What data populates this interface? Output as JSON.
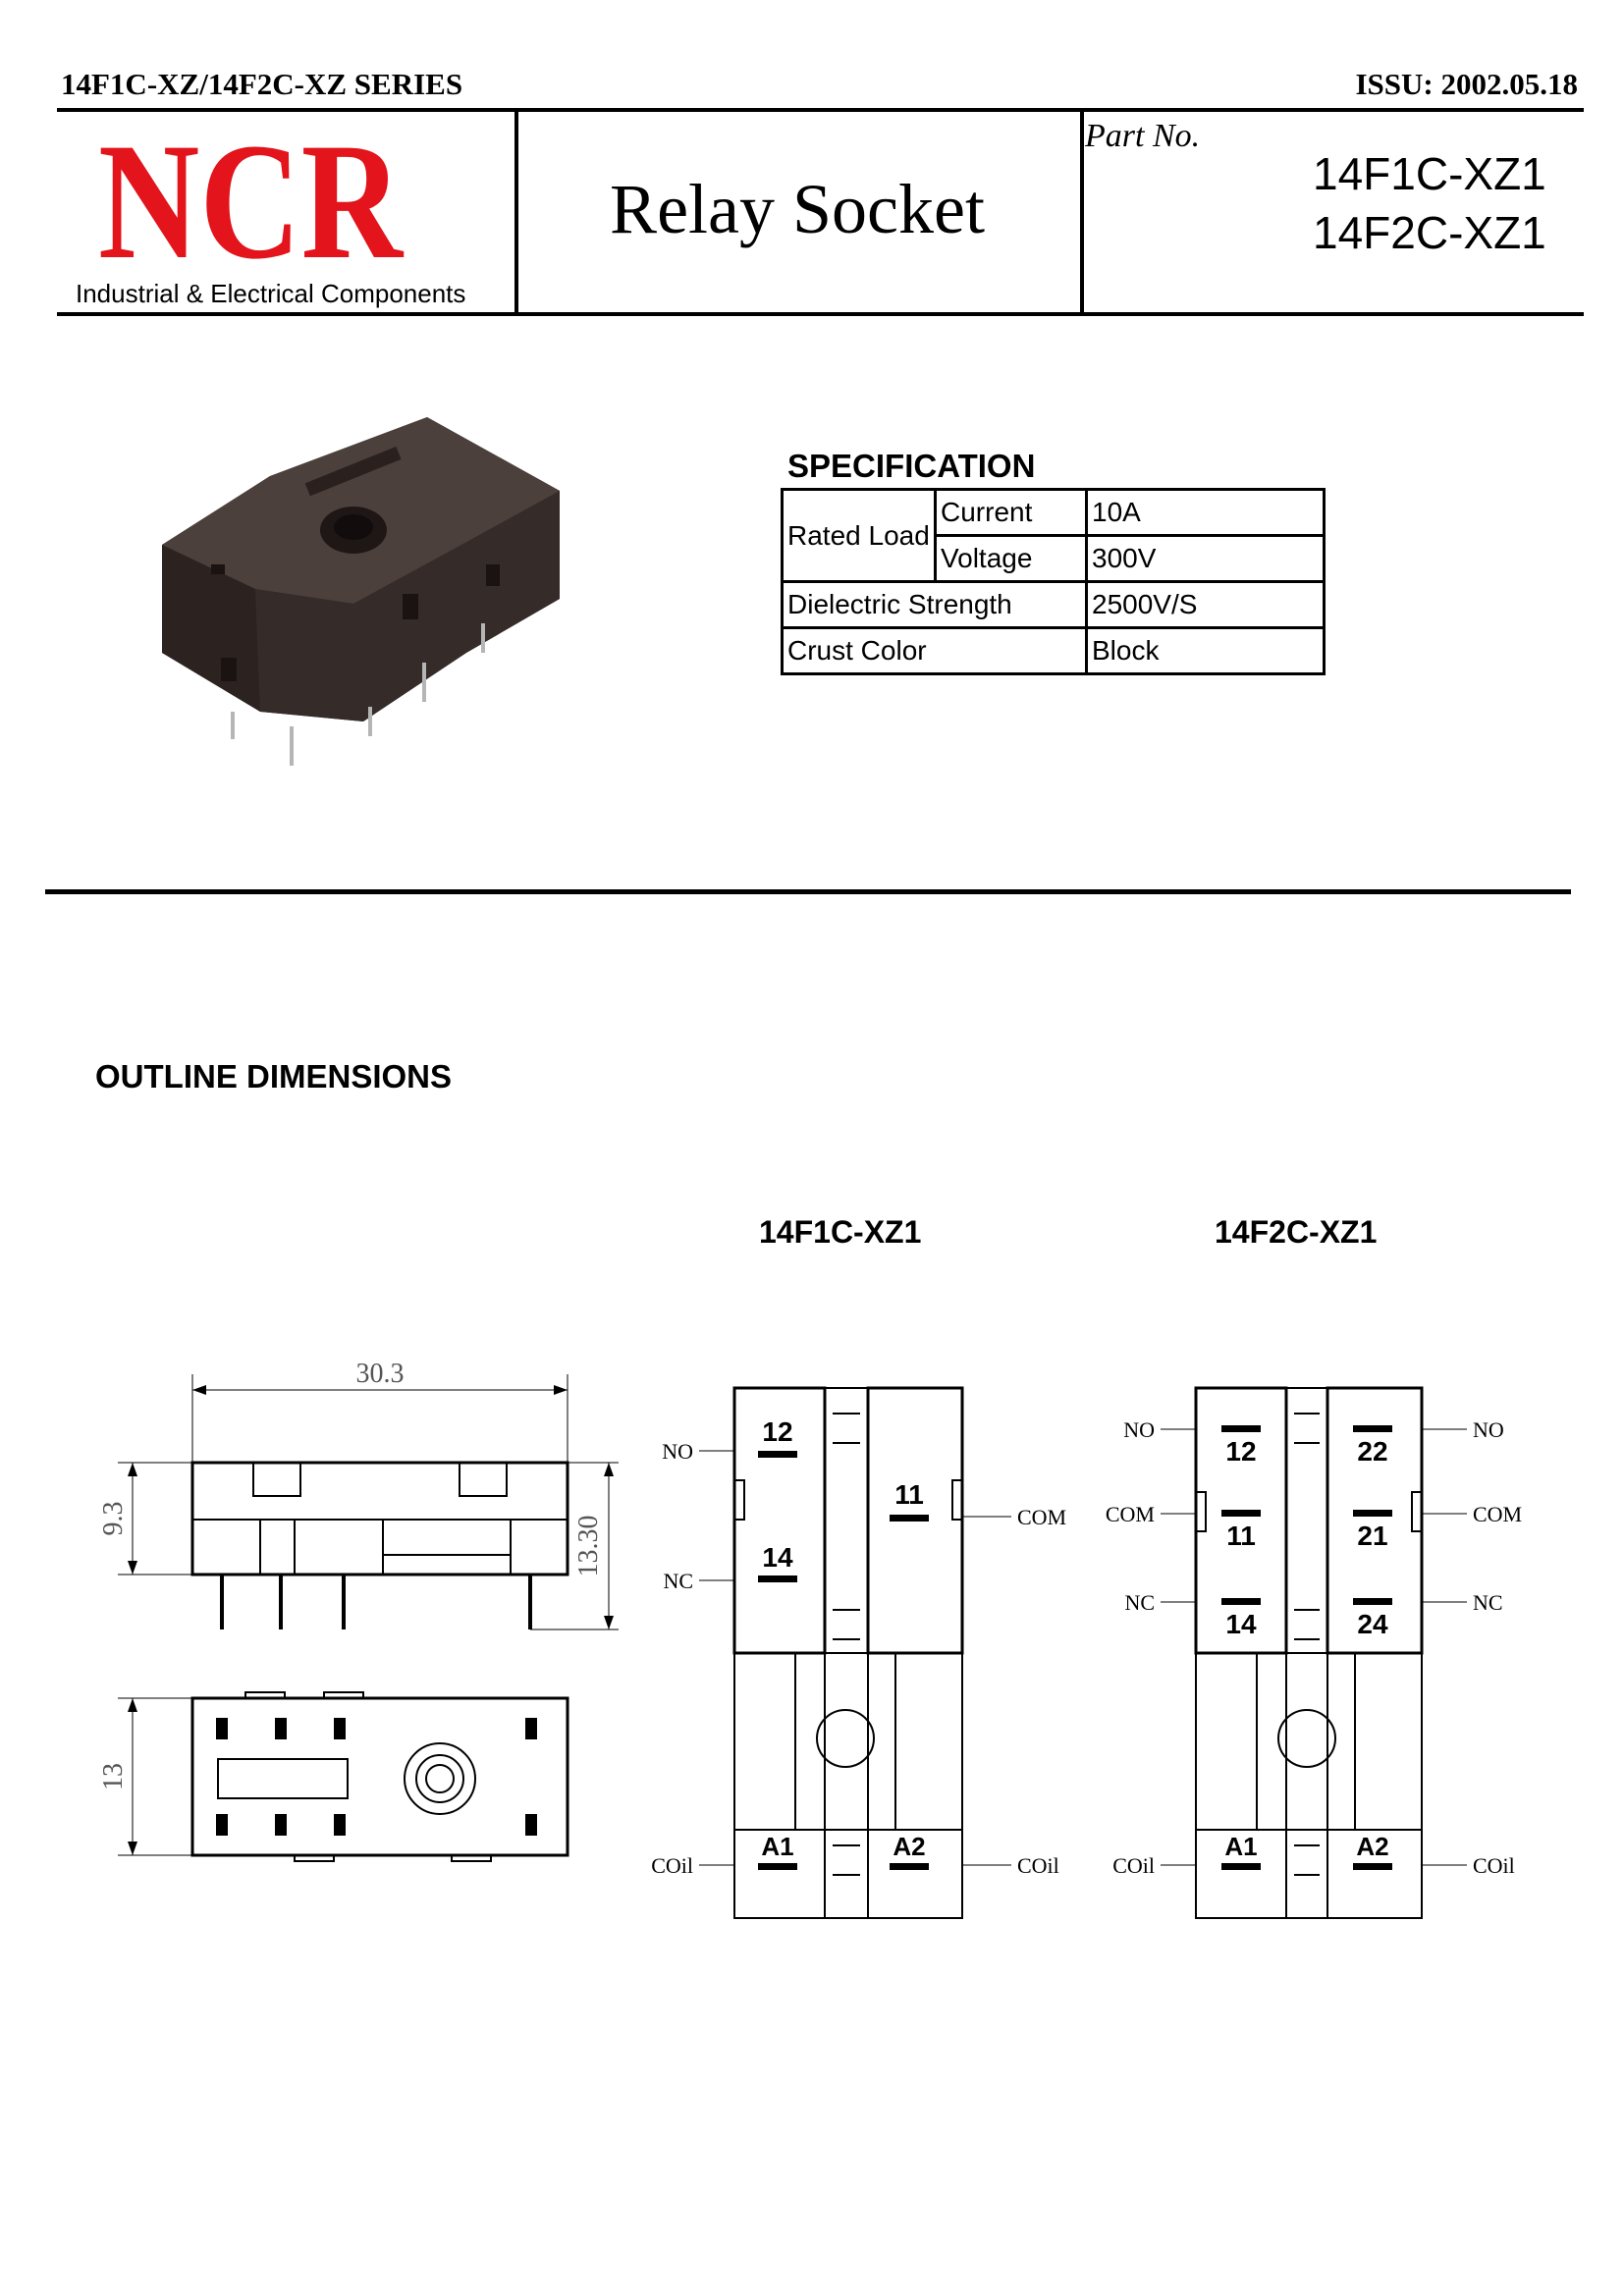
{
  "header": {
    "series": "14F1C-XZ/14F2C-XZ SERIES",
    "issue": "ISSU: 2002.05.18",
    "logo_text": "NCR",
    "tagline": "Industrial & Electrical Components",
    "title": "Relay Socket",
    "part_no_label": "Part No.",
    "part_numbers": [
      "14F1C-XZ1",
      "14F2C-XZ1"
    ]
  },
  "specification": {
    "title": "SPECIFICATION",
    "rated_load_label": "Rated Load",
    "current_label": "Current",
    "current_value": "10A",
    "voltage_label": "Voltage",
    "voltage_value": "300V",
    "dielectric_label": "Dielectric Strength",
    "dielectric_value": "2500V/S",
    "color_label": "Crust Color",
    "color_value": "Block"
  },
  "outline": {
    "title": "OUTLINE DIMENSIONS",
    "dims": {
      "width": "30.3",
      "height": "9.3",
      "total_height": "13.30",
      "depth": "13"
    },
    "model1_caption": "14F1C-XZ1",
    "model2_caption": "14F2C-XZ1",
    "labels": {
      "no": "NO",
      "nc": "NC",
      "com": "COM",
      "coil": "COil"
    },
    "pins1": [
      "12",
      "14",
      "11",
      "A1",
      "A2"
    ],
    "pins2": [
      "12",
      "11",
      "14",
      "22",
      "21",
      "24",
      "A1",
      "A2"
    ]
  },
  "colors": {
    "logo_red": "#e3141b",
    "product_body": "#3a2f2c"
  }
}
